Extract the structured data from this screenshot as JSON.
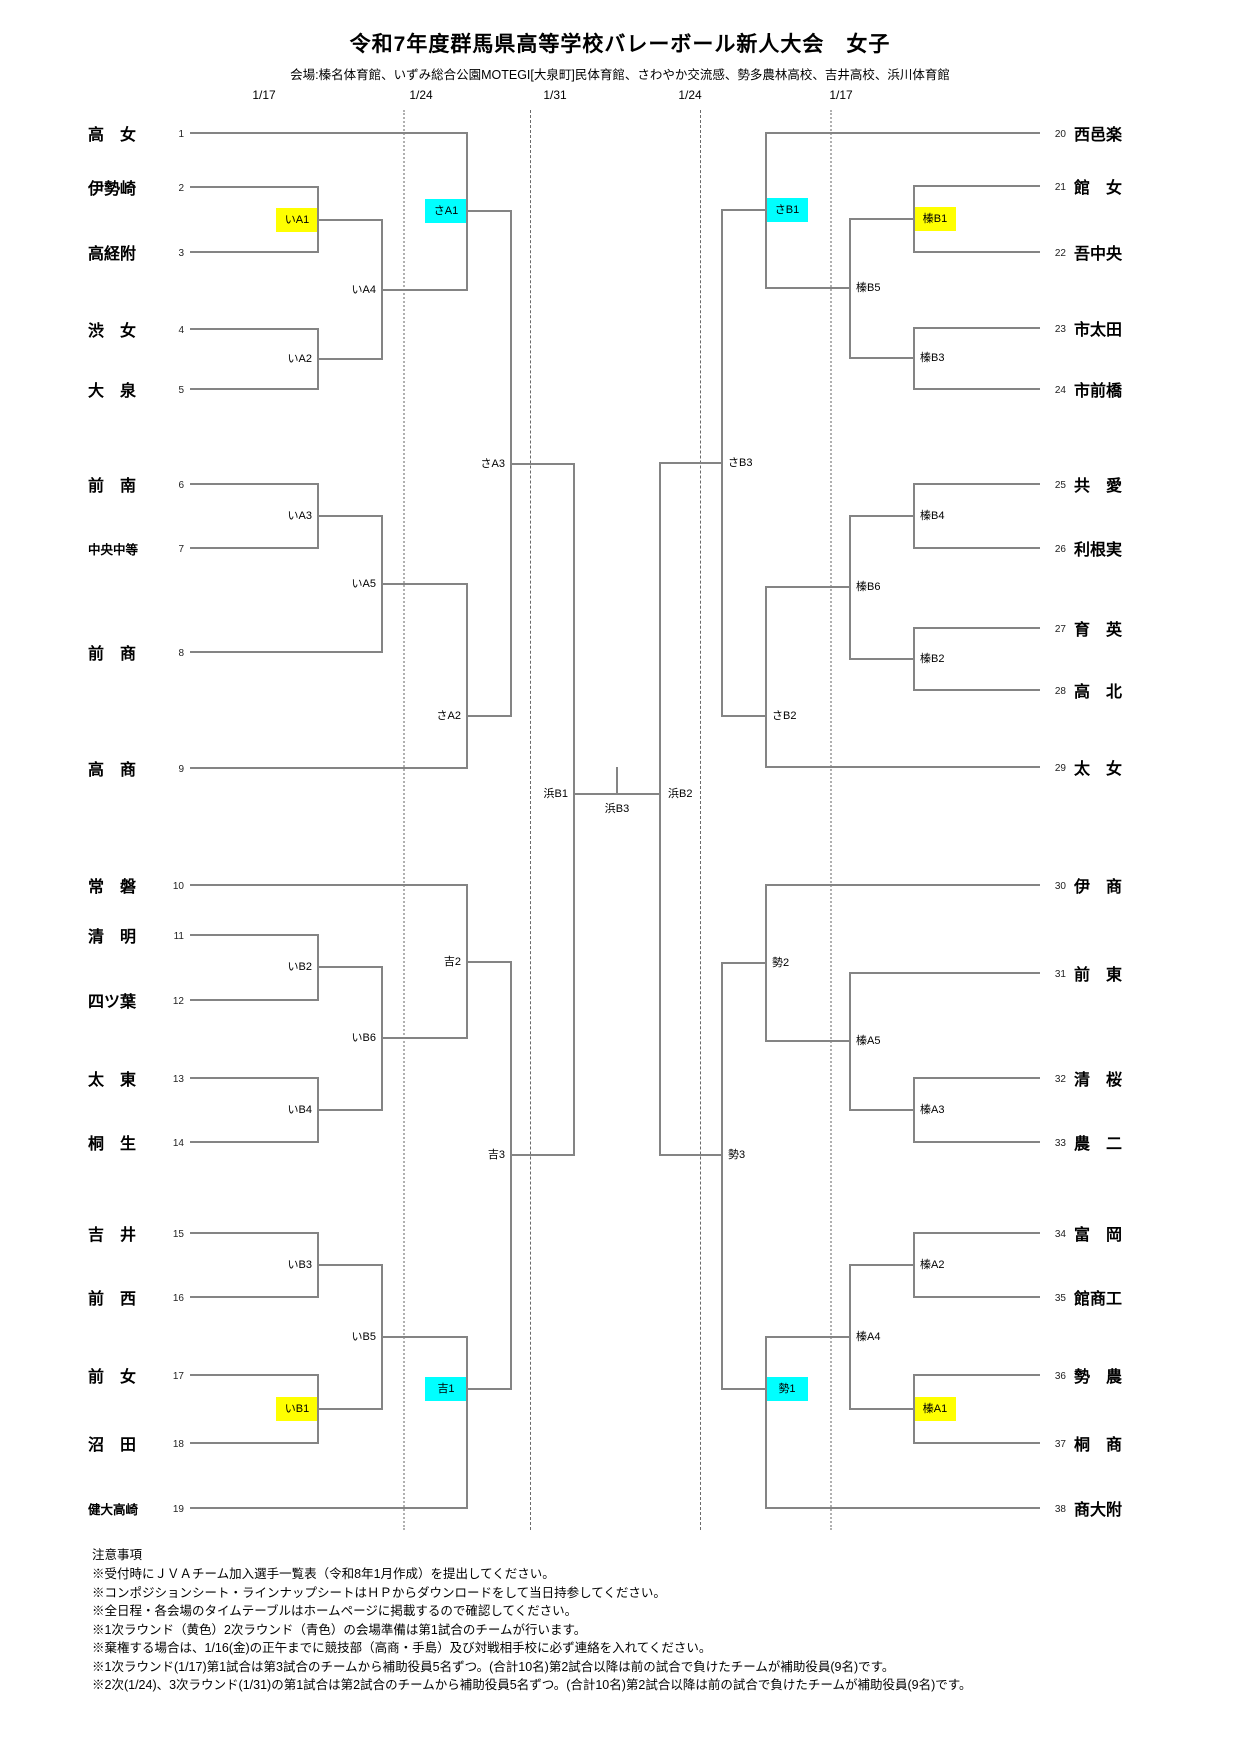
{
  "title": "令和7年度群馬県高等学校バレーボール新人大会　女子",
  "venue_line": "会場:榛名体育館、いずみ総合公園MOTEGI[大泉町]民体育館、さわやか交流感、勢多農林高校、吉井高校、浜川体育館",
  "round_dates": [
    "1/17",
    "1/24",
    "1/31",
    "1/24",
    "1/17"
  ],
  "legend_colors": {
    "round1_highlight": "#ffff00",
    "round2_highlight": "#00ffff"
  },
  "bracket": {
    "teams_left": [
      {
        "seed": "1",
        "name": "高　女"
      },
      {
        "seed": "2",
        "name": "伊勢崎"
      },
      {
        "seed": "3",
        "name": "高経附"
      },
      {
        "seed": "4",
        "name": "渋　女"
      },
      {
        "seed": "5",
        "name": "大　泉"
      },
      {
        "seed": "6",
        "name": "前　南"
      },
      {
        "seed": "7",
        "name": "中央中等"
      },
      {
        "seed": "8",
        "name": "前　商"
      },
      {
        "seed": "9",
        "name": "高　商"
      },
      {
        "seed": "10",
        "name": "常　磐"
      },
      {
        "seed": "11",
        "name": "清　明"
      },
      {
        "seed": "12",
        "name": "四ツ葉"
      },
      {
        "seed": "13",
        "name": "太　東"
      },
      {
        "seed": "14",
        "name": "桐　生"
      },
      {
        "seed": "15",
        "name": "吉　井"
      },
      {
        "seed": "16",
        "name": "前　西"
      },
      {
        "seed": "17",
        "name": "前　女"
      },
      {
        "seed": "18",
        "name": "沼　田"
      },
      {
        "seed": "19",
        "name": "健大高崎"
      }
    ],
    "teams_right": [
      {
        "seed": "20",
        "name": "西邑楽"
      },
      {
        "seed": "21",
        "name": "館　女"
      },
      {
        "seed": "22",
        "name": "吾中央"
      },
      {
        "seed": "23",
        "name": "市太田"
      },
      {
        "seed": "24",
        "name": "市前橋"
      },
      {
        "seed": "25",
        "name": "共　愛"
      },
      {
        "seed": "26",
        "name": "利根実"
      },
      {
        "seed": "27",
        "name": "育　英"
      },
      {
        "seed": "28",
        "name": "高　北"
      },
      {
        "seed": "29",
        "name": "太　女"
      },
      {
        "seed": "30",
        "name": "伊　商"
      },
      {
        "seed": "31",
        "name": "前　東"
      },
      {
        "seed": "32",
        "name": "清　桜"
      },
      {
        "seed": "33",
        "name": "農　二"
      },
      {
        "seed": "34",
        "name": "富　岡"
      },
      {
        "seed": "35",
        "name": "館商工"
      },
      {
        "seed": "36",
        "name": "勢　農"
      },
      {
        "seed": "37",
        "name": "桐　商"
      },
      {
        "seed": "38",
        "name": "商大附"
      }
    ],
    "match_labels_left": [
      {
        "label": "いA1",
        "highlight": "yellow"
      },
      {
        "label": "いA2"
      },
      {
        "label": "いA4"
      },
      {
        "label": "いA3"
      },
      {
        "label": "いA5"
      },
      {
        "label": "さA1",
        "highlight": "cyan"
      },
      {
        "label": "さA2"
      },
      {
        "label": "さA3"
      },
      {
        "label": "いB2"
      },
      {
        "label": "いB4"
      },
      {
        "label": "いB6"
      },
      {
        "label": "吉2"
      },
      {
        "label": "いB3"
      },
      {
        "label": "いB1",
        "highlight": "yellow"
      },
      {
        "label": "いB5"
      },
      {
        "label": "吉1",
        "highlight": "cyan"
      },
      {
        "label": "吉3"
      },
      {
        "label": "浜B1"
      }
    ],
    "match_labels_right": [
      {
        "label": "榛B1",
        "highlight": "yellow"
      },
      {
        "label": "榛B3"
      },
      {
        "label": "榛B5"
      },
      {
        "label": "さB1",
        "highlight": "cyan"
      },
      {
        "label": "榛B4"
      },
      {
        "label": "榛B2"
      },
      {
        "label": "榛B6"
      },
      {
        "label": "さB2"
      },
      {
        "label": "さB3"
      },
      {
        "label": "榛A3"
      },
      {
        "label": "榛A5"
      },
      {
        "label": "勢2"
      },
      {
        "label": "榛A2"
      },
      {
        "label": "榛A1",
        "highlight": "yellow"
      },
      {
        "label": "榛A4"
      },
      {
        "label": "勢1",
        "highlight": "cyan"
      },
      {
        "label": "勢3"
      },
      {
        "label": "浜B2"
      }
    ],
    "final_label": "浜B3"
  },
  "notes": {
    "heading": "注意事項",
    "items": [
      "※受付時にＪＶＡチーム加入選手一覧表（令和8年1月作成）を提出してください。",
      "※コンポジションシート・ラインナップシートはＨＰからダウンロードをして当日持参してください。",
      "※全日程・各会場のタイムテーブルはホームページに掲載するので確認してください。",
      "※1次ラウンド（黄色）2次ラウンド（青色）の会場準備は第1試合のチームが行います。",
      "※棄権する場合は、1/16(金)の正午までに競技部（高商・手島）及び対戦相手校に必ず連絡を入れてください。",
      "※1次ラウンド(1/17)第1試合は第3試合のチームから補助役員5名ずつ。(合計10名)第2試合以降は前の試合で負けたチームが補助役員(9名)です。",
      "※2次(1/24)、3次ラウンド(1/31)の第1試合は第2試合のチームから補助役員5名ずつ。(合計10名)第2試合以降は前の試合で負けたチームが補助役員(9名)です。"
    ]
  }
}
